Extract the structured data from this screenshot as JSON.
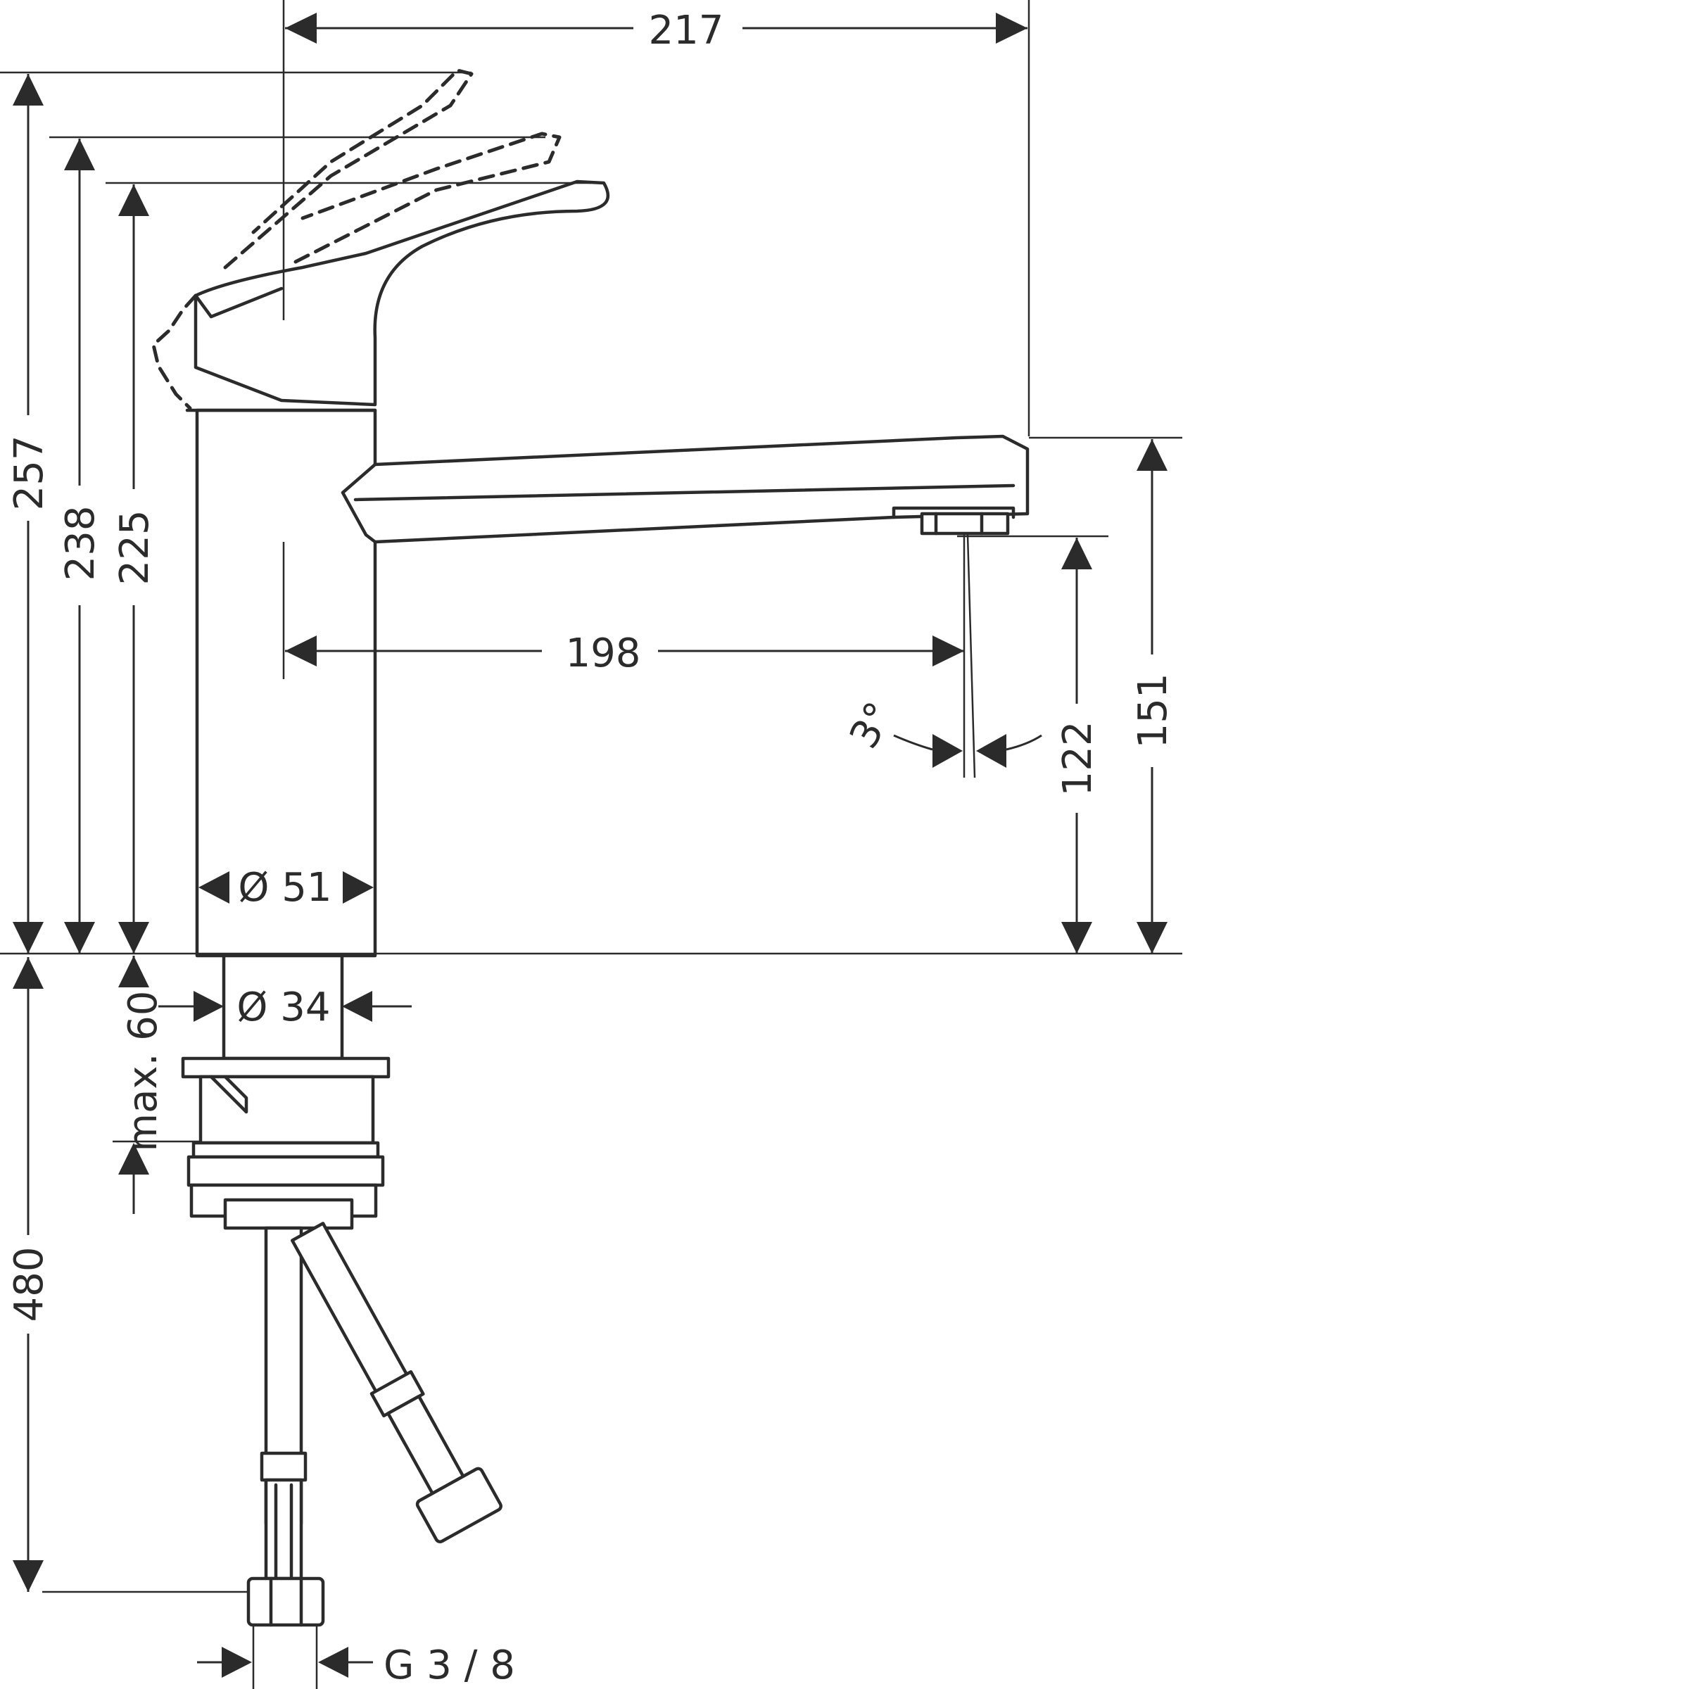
{
  "drawing": {
    "dimensions": {
      "width_top": "217",
      "spout_reach": "198",
      "height_total": "257",
      "height_238": "238",
      "height_225": "225",
      "spout_height": "151",
      "aerator_height": "122",
      "angle": "3°",
      "body_diameter": "Ø 51",
      "shank_diameter": "Ø 34",
      "max_thickness": "max. 60",
      "hose_length": "480",
      "connection_thread": "G 3 / 8"
    }
  }
}
